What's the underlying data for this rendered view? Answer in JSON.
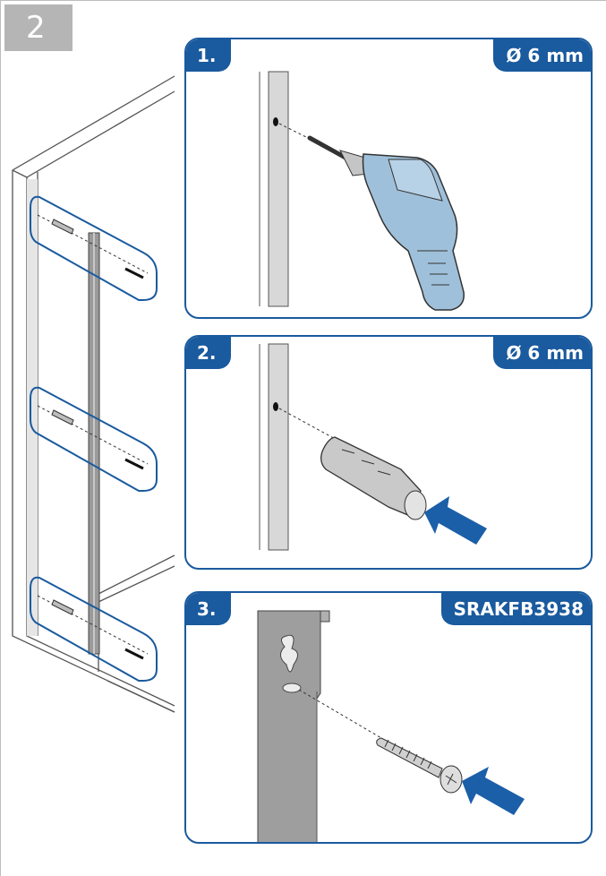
{
  "page": {
    "step_number": "2"
  },
  "panels": [
    {
      "step": "1.",
      "spec": "Ø 6 mm"
    },
    {
      "step": "2.",
      "spec": "Ø 6 mm"
    },
    {
      "step": "3.",
      "spec": "SRAKFB3938"
    }
  ],
  "colors": {
    "accent": "#1a5a9e",
    "arrow": "#1b5fa8",
    "drill_body": "#9fc0da",
    "step_box": "#b5b5b5"
  },
  "icons": [
    "drill-icon",
    "wall-plug-icon",
    "screw-icon",
    "push-arrow-icon",
    "rail-icon"
  ]
}
